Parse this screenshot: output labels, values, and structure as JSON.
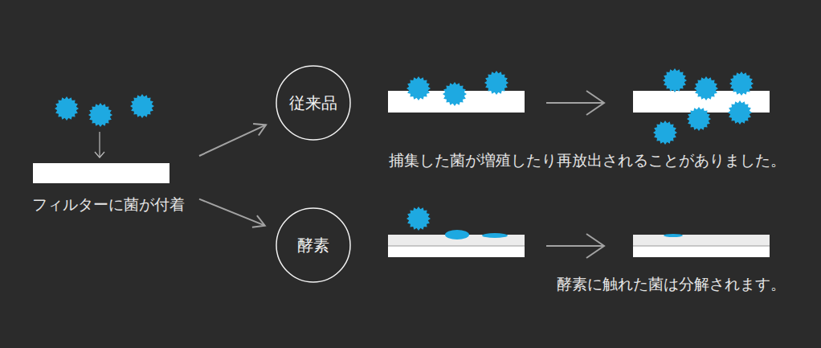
{
  "diagram": {
    "nodes": [
      {
        "text": [
          "フィルターに菌が付着"
        ]
      },
      {
        "text": [
          "従来品"
        ]
      },
      {
        "text": [
          "酵素"
        ]
      }
    ],
    "edges": [
      {
        "from": 0,
        "to": 1,
        "arrow": "to"
      },
      {
        "from": 0,
        "to": 2,
        "arrow": "to"
      }
    ],
    "labels": [
      "捕集した菌が増殖したり再放出されることがありました。",
      "酵素に触れた菌は分解されます。"
    ]
  }
}
